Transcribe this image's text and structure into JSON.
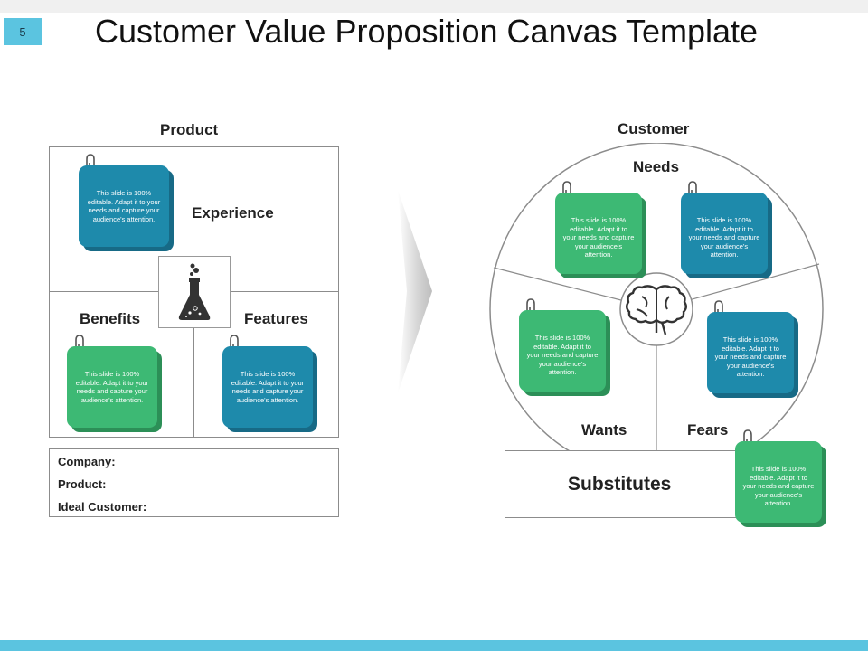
{
  "slide": {
    "number": "5",
    "title": "Customer Value Proposition Canvas Template"
  },
  "product": {
    "header": "Product",
    "experience_label": "Experience",
    "benefits_label": "Benefits",
    "features_label": "Features",
    "icon": "flask-icon",
    "notes": {
      "experience": "This slide is 100% editable. Adapt it to your needs and capture your audience's attention.",
      "benefits": "This slide is 100% editable. Adapt it to your needs and capture your audience's attention.",
      "features": "This slide is 100% editable. Adapt it to your needs and capture your audience's attention."
    },
    "info": {
      "company_label": "Company:",
      "product_label": "Product:",
      "ideal_customer_label": "Ideal Customer:"
    }
  },
  "customer": {
    "header": "Customer",
    "needs_label": "Needs",
    "wants_label": "Wants",
    "fears_label": "Fears",
    "substitutes_label": "Substitutes",
    "icon": "brain-icon",
    "notes": {
      "needs_left": "This slide is 100% editable. Adapt it to your needs and capture your audience's attention.",
      "needs_right": "This slide is 100% editable. Adapt it to your needs and capture your audience's attention.",
      "wants": "This slide is 100% editable. Adapt it to your needs and capture your audience's attention.",
      "fears": "This slide is 100% editable. Adapt it to your needs and capture your audience's attention.",
      "substitutes": "This slide is 100% editable. Adapt it to your needs and capture your audience's attention."
    }
  },
  "colors": {
    "teal": "#1e8aab",
    "green": "#3db974",
    "accent_band": "#5bc4e0"
  }
}
